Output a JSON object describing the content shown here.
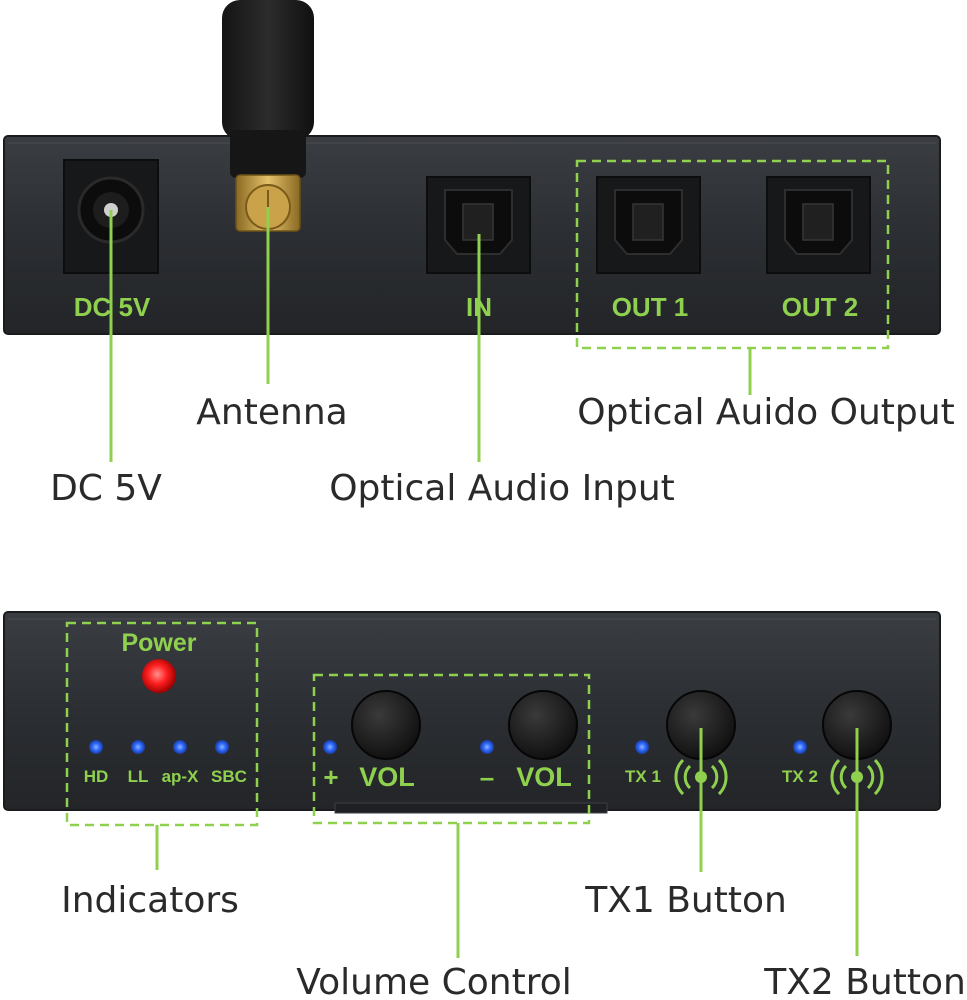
{
  "rear_panel": {
    "port_labels": {
      "dc": "DC 5V",
      "in": "IN",
      "out1": "OUT 1",
      "out2": "OUT 2"
    },
    "callouts": {
      "antenna": "Antenna",
      "dc": "DC 5V",
      "optical_in": "Optical Audio Input",
      "optical_out": "Optical Auido Output"
    }
  },
  "front_panel": {
    "power_label": "Power",
    "codec_labels": [
      "HD",
      "LL",
      "ap-X",
      "SBC"
    ],
    "vol_plus_sign": "+",
    "vol_minus_sign": "–",
    "vol_label": "VOL",
    "tx1_label": "TX 1",
    "tx2_label": "TX 2",
    "callouts": {
      "indicators": "Indicators",
      "volume": "Volume Control",
      "tx1": "TX1 Button",
      "tx2": "TX2 Button"
    }
  },
  "colors": {
    "accent_green": "#8fd14f",
    "panel_dark": "#2b2e32",
    "led_blue": "#2f6bff",
    "led_red": "#ff2020",
    "antenna_brass": "#c9a24a"
  }
}
